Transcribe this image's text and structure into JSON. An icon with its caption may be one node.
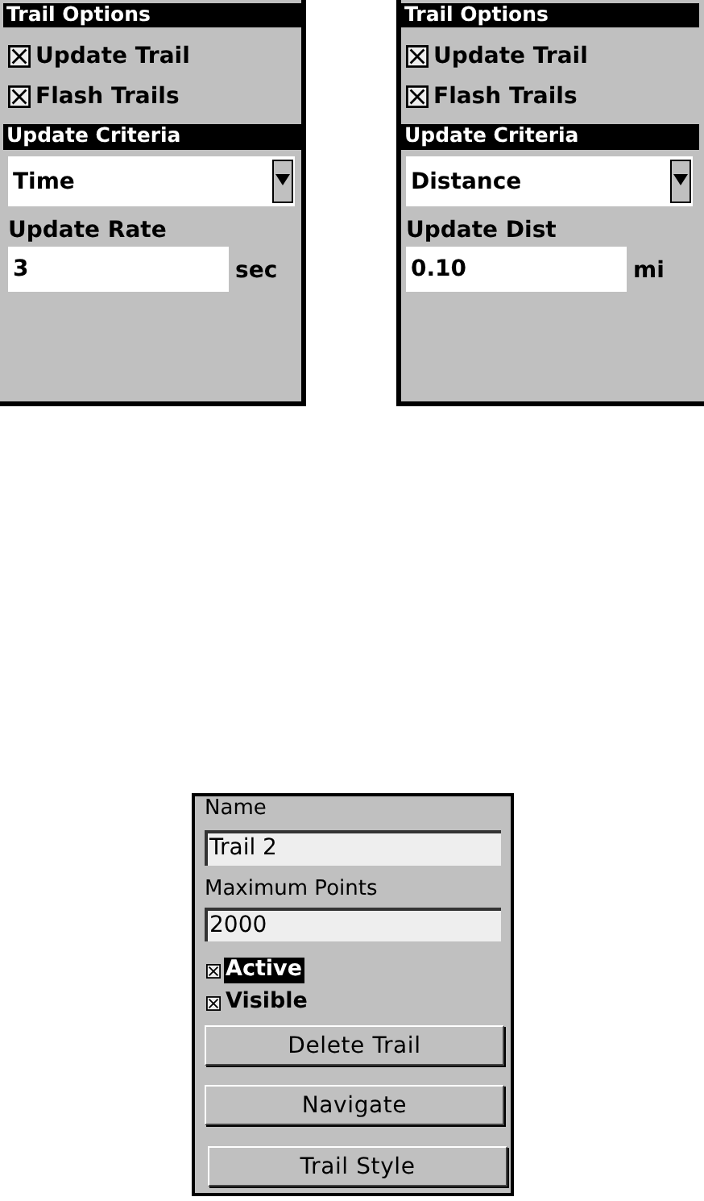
{
  "diagram": {
    "labels": [
      "Trail Options",
      "Update Trail",
      "Flash Trails",
      "Update Criteria",
      "Time",
      "Update Rate",
      "3",
      "sec",
      "Trail Options",
      "Update Trail",
      "Flash Trails",
      "Update Criteria",
      "Distance",
      "Update Dist",
      "0.10",
      "mi",
      "Name",
      "Trail 2",
      "Maximum Points",
      "2000",
      "Active",
      "Visible",
      "Delete Trail",
      "Navigate",
      "Trail Style"
    ]
  }
}
